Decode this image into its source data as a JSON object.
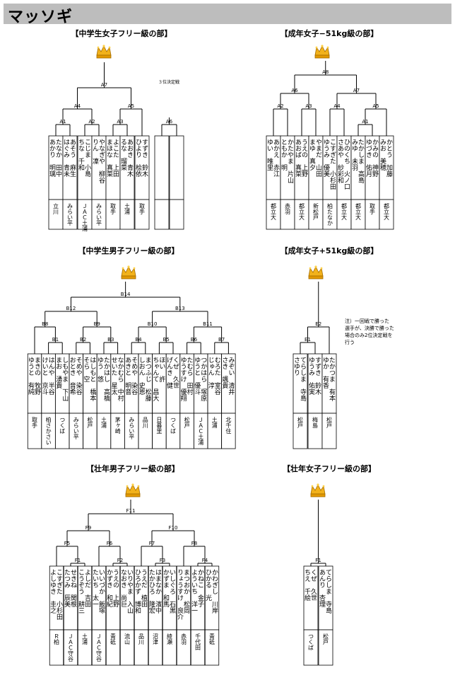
{
  "page_title": "マッソギ",
  "brackets": [
    {
      "id": "ms_girls_free",
      "title": "【中学生女子フリー級の部】",
      "matches": [
        "A7",
        "A4",
        "A5",
        "A1",
        "A2",
        "A3"
      ],
      "third_place_label": "３位決定戦",
      "third_place_match": "A6",
      "entrants": [
        {
          "name": "たなか　田中",
          "given": "あかり　明璃",
          "club": "立川"
        },
        {
          "name": "あそう　麻生",
          "given": "はぐみ　青未",
          "club": "みらい平"
        },
        {
          "name": "こじま　小島",
          "given": "ちな　千和",
          "club": "ＪＡＣ土浦"
        },
        {
          "name": "やなぎや　柳谷",
          "given": "りん　凜",
          "club": "みらい平"
        },
        {
          "name": "よこた　上田",
          "given": "まほな　真菜",
          "club": "取手"
        },
        {
          "name": "あおき　青木",
          "given": "るな　瑠菜",
          "club": "土浦"
        },
        {
          "name": "すずき　鈴木",
          "given": "ひより　桧依",
          "club": "取手"
        }
      ]
    },
    {
      "id": "adult_women_51",
      "title": "【成年女子−51kg級の部】",
      "matches": [
        "A8",
        "A6",
        "A7",
        "A2",
        "A3",
        "A4",
        "A1",
        "A5"
      ],
      "entrants": [
        {
          "name": "あかえ　赤江",
          "given": "ゆい　唯里",
          "club": "都立大"
        },
        {
          "name": "かたやま　片山",
          "given": "ともか　明",
          "club": "赤羽"
        },
        {
          "name": "うえの　上野",
          "given": "あおば　真菜",
          "club": "都立大"
        },
        {
          "name": "やまだ　山田",
          "given": "まゆ　真夕",
          "club": "新松戸"
        },
        {
          "name": "こすぎた　小杉田",
          "given": "ゆうみ　優美",
          "club": "柏たなか"
        },
        {
          "name": "ひのくち　火ノ口",
          "given": "さあや　紗彩和",
          "club": "都立大"
        },
        {
          "name": "たかしま　高島",
          "given": "みゆ　未羽",
          "club": "都立大"
        },
        {
          "name": "かみの　神野",
          "given": "ゆづき　佑月",
          "club": "取手"
        },
        {
          "name": "かとう　加藤",
          "given": "みお　美穂",
          "club": "都立大"
        }
      ]
    },
    {
      "id": "ms_boys_free",
      "title": "【中学生男子フリー級の部】",
      "matches": [
        "B14",
        "B12",
        "B13",
        "B8",
        "B9",
        "B10",
        "B11",
        "B1",
        "B2",
        "B3",
        "B4",
        "B5",
        "B6",
        "B7"
      ],
      "entrants": [
        {
          "name": "まきの　牧野",
          "given": "ゆうと　有純",
          "club": "取手"
        },
        {
          "name": "はんや　半谷",
          "given": "けいと　京斗",
          "club": "柏さかさい"
        },
        {
          "name": "しもやま　下山",
          "given": "まお　湧貴",
          "club": "つくば"
        },
        {
          "name": "そめや　染谷",
          "given": "おとき　音希",
          "club": "みらい平"
        },
        {
          "name": "はしもと　橋本",
          "given": "そら　空",
          "club": "松戸"
        },
        {
          "name": "たかはし　高橋",
          "given": "ゆう　悠",
          "club": "土浦"
        },
        {
          "name": "なかむら　中村",
          "given": "せいた　星太",
          "club": "茅ヶ崎"
        },
        {
          "name": "そめや　染谷",
          "given": "あきと　明音",
          "club": "みらい平"
        },
        {
          "name": "まつふじ　松藤",
          "given": "しおん　史恩",
          "club": "品川"
        },
        {
          "name": "ほい　許",
          "given": "ちゃんて　昌大",
          "club": "日暮里"
        },
        {
          "name": "くぜ　久世",
          "given": "げんき　健",
          "club": "つくば"
        },
        {
          "name": "たむら　田村",
          "given": "ゆうすけ　優翔",
          "club": "松戸"
        },
        {
          "name": "つかはら　塚原",
          "given": "ゆうと　優斗",
          "club": "ＪＡＣ土浦"
        },
        {
          "name": "むろた　室谷",
          "given": "じゅん　淳",
          "club": "土浦"
        },
        {
          "name": "みぞい　清井",
          "given": "さき　颯貴",
          "club": "北千住"
        }
      ]
    },
    {
      "id": "adult_women_51plus",
      "title": "【成年女子+51kg級の部】",
      "matches": [
        "E2",
        "E1"
      ],
      "note": "注）一回戦で勝った選手が、決勝で勝った場合のみ2位決定戦を行う",
      "entrants": [
        {
          "name": "てらしま　寺島",
          "given": "さゆり",
          "club": "松戸"
        },
        {
          "name": "すずき　鈴木",
          "given": "ゆうみ　佑実",
          "club": "梅島"
        },
        {
          "name": "たかつま　有本",
          "given": "ゆか　有香",
          "club": "松戸"
        }
      ]
    },
    {
      "id": "senior_men_free",
      "title": "【壮年男子フリー級の部】",
      "matches": [
        "F11",
        "F9",
        "F10",
        "F5",
        "F6",
        "F7",
        "F8",
        "F1",
        "F2",
        "F3",
        "F4"
      ],
      "entrants": [
        {
          "name": "こすぎた　小杉田",
          "given": "よしゆき　圭之",
          "club": "Ｒ柏"
        },
        {
          "name": "せきね　関根",
          "given": "たつみ　辰美",
          "club": "ＪＡＣ守谷"
        },
        {
          "name": "よしだ　吉田",
          "given": "こうぞう　耕三",
          "club": "土浦"
        },
        {
          "name": "いいづか　飯塚",
          "given": "たいち　太一",
          "club": "ＪＡＣ守谷"
        },
        {
          "name": "うえの　上野",
          "given": "かずき　和紀",
          "club": "青砥"
        },
        {
          "name": "いりやま　入山",
          "given": "なおき　尚巨",
          "club": "流山"
        },
        {
          "name": "うえだ　植田",
          "given": "ひろかず　博和",
          "club": "品川"
        },
        {
          "name": "はまなか　濱中",
          "given": "たかひろ　隆宏",
          "club": "沼津"
        },
        {
          "name": "いしぐろ　石黒",
          "given": "かずま　和馬",
          "club": "綾瀬"
        },
        {
          "name": "まつおか　松岡",
          "given": "りょうすけ　良介",
          "club": "赤羽"
        },
        {
          "name": "かねこ　金子",
          "given": "よういち　洋一",
          "club": "千代田"
        },
        {
          "name": "かわぎし　川岸",
          "given": "ひかる　光",
          "club": "青砥"
        }
      ]
    },
    {
      "id": "senior_women_free",
      "title": "【壮年女子フリー級の部】",
      "matches": [
        "F1"
      ],
      "entrants": [
        {
          "name": "くぜ　久世",
          "given": "ちえ　千絵",
          "club": "つくば"
        },
        {
          "name": "てらしま　寺島",
          "given": "あんり　杏理",
          "club": "松戸"
        }
      ]
    }
  ]
}
